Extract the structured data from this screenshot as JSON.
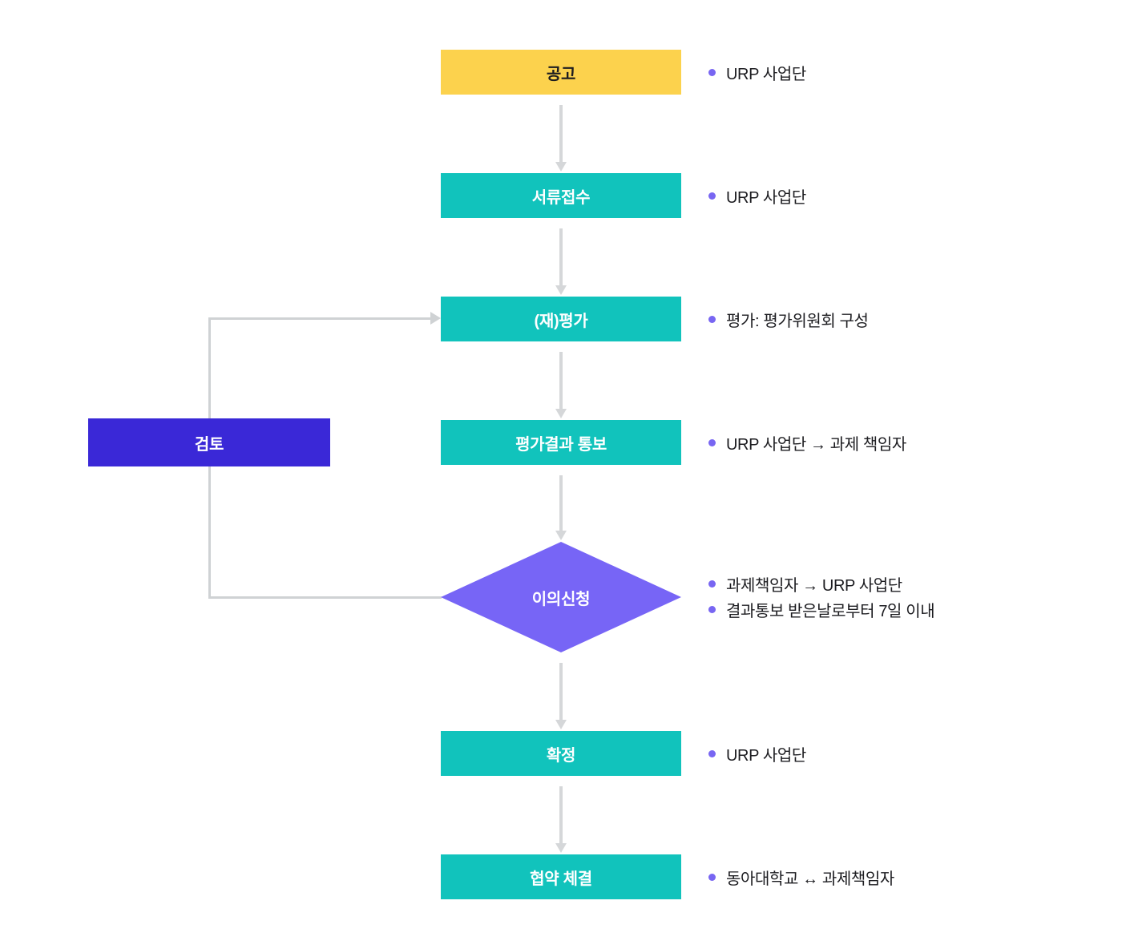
{
  "colors": {
    "announce_yellow": "#FCD24D",
    "process_teal": "#11C3BC",
    "review_indigo": "#3A28D7",
    "decision_purple": "#7765F6",
    "bullet_dot": "#7866F2",
    "connector_gray": "#D5D7D9",
    "loop_gray": "#CFD2D4",
    "text_dark": "#1C1C20"
  },
  "flow": {
    "steps": [
      {
        "label": "공고",
        "shape": "box",
        "color": "yellow",
        "notes": [
          "URP 사업단"
        ]
      },
      {
        "label": "서류접수",
        "shape": "box",
        "color": "teal",
        "notes": [
          "URP 사업단"
        ]
      },
      {
        "label": "(재)평가",
        "shape": "box",
        "color": "teal",
        "notes": [
          "평가: 평가위원회 구성"
        ]
      },
      {
        "label": "평가결과 통보",
        "shape": "box",
        "color": "teal",
        "notes": [
          "URP 사업단 → 과제 책임자"
        ]
      },
      {
        "label": "이의신청",
        "shape": "diamond",
        "color": "purple",
        "notes": [
          "과제책임자 → URP 사업단",
          "결과통보 받은날로부터 7일 이내"
        ]
      },
      {
        "label": "확정",
        "shape": "box",
        "color": "teal",
        "notes": [
          "URP 사업단"
        ]
      },
      {
        "label": "협약 체결",
        "shape": "box",
        "color": "teal",
        "notes": [
          "동아대학교 ↔ 과제책임자"
        ]
      }
    ],
    "side_step": {
      "label": "검토",
      "loops_from": "이의신청",
      "loops_to": "(재)평가"
    }
  }
}
